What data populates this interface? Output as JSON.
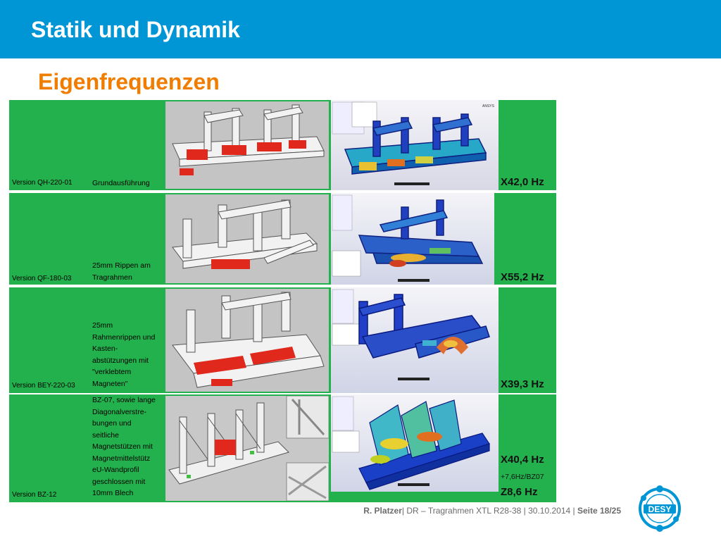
{
  "header": {
    "title": "Statik und Dynamik"
  },
  "subtitle": "Eigenfrequenzen",
  "rows": [
    {
      "version": "Version QH-220-01",
      "desc": [
        "Grundausführung"
      ],
      "freq": "X42,0 Hz"
    },
    {
      "version": "Version QF-180-03",
      "desc": [
        "25mm Rippen am",
        "Tragrahmen"
      ],
      "freq": "X55,2 Hz"
    },
    {
      "version": "Version BEY-220-03",
      "desc": [
        "25mm",
        "Rahmenrippen und",
        "Kasten-",
        "abstützungen mit",
        "\"verklebtem",
        "Magneten\""
      ],
      "freq": "X39,3 Hz"
    },
    {
      "version": "Version BZ-12",
      "desc": [
        "BZ-07, sowie lange",
        "Diagonalverstre-",
        "bungen und",
        "seitliche",
        "Magnetstützen mit",
        "Magnetmittelstütz",
        "eU-Wandprofil",
        "geschlossen mit",
        "10mm Blech"
      ],
      "freq": "X40,4 Hz",
      "note": "+7,6Hz/BZ07",
      "freq2": "Z8,6 Hz"
    }
  ],
  "footer": {
    "author": "R. Platzer",
    "text": "| DR – Tragrahmen XTL R28-38  |  30.10.2014  | ",
    "page": "Seite 18/25"
  },
  "logo": {
    "text": "DESY"
  },
  "colors": {
    "header": "#0096d6",
    "accent": "#f07d00",
    "row": "#22b14c"
  }
}
